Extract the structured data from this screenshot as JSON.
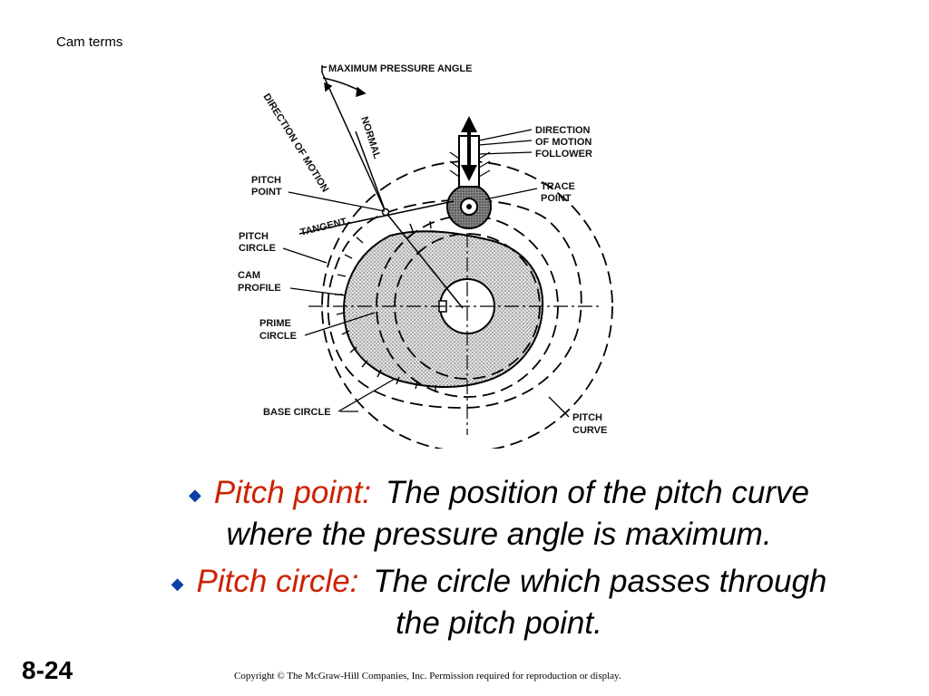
{
  "slide": {
    "title": "Cam terms",
    "number": "8-24",
    "copyright": "Copyright © The McGraw-Hill Companies, Inc. Permission required for reproduction or display."
  },
  "diagram": {
    "labels": {
      "max_pressure_angle": "MAXIMUM PRESSURE ANGLE",
      "direction_of_motion": "DIRECTION OF MOTION",
      "normal": "NORMAL",
      "pitch_point_1": "PITCH",
      "pitch_point_2": "POINT",
      "tangent": "TANGENT",
      "pitch_circle_1": "PITCH",
      "pitch_circle_2": "CIRCLE",
      "cam_profile_1": "CAM",
      "cam_profile_2": "PROFILE",
      "prime_circle_1": "PRIME",
      "prime_circle_2": "CIRCLE",
      "base_circle": "BASE CIRCLE",
      "follower_dir_1": "DIRECTION",
      "follower_dir_2": "OF MOTION",
      "follower_dir_3": "FOLLOWER",
      "trace_point_1": "TRACE",
      "trace_point_2": "POINT",
      "pitch_curve_1": "PITCH",
      "pitch_curve_2": "CURVE"
    }
  },
  "bullets": [
    {
      "term": "Pitch point:",
      "line1": "The position of the pitch curve",
      "line2": "where the pressure angle is maximum."
    },
    {
      "term": "Pitch circle:",
      "line1": "The circle which passes through",
      "line2": "the pitch point."
    }
  ],
  "colors": {
    "term": "#cc2200",
    "bullet_diamond": "#0b3fa6",
    "cam_fill": "#d8d8d8"
  },
  "icons": {
    "bullet": "diamond-bullet-icon"
  }
}
